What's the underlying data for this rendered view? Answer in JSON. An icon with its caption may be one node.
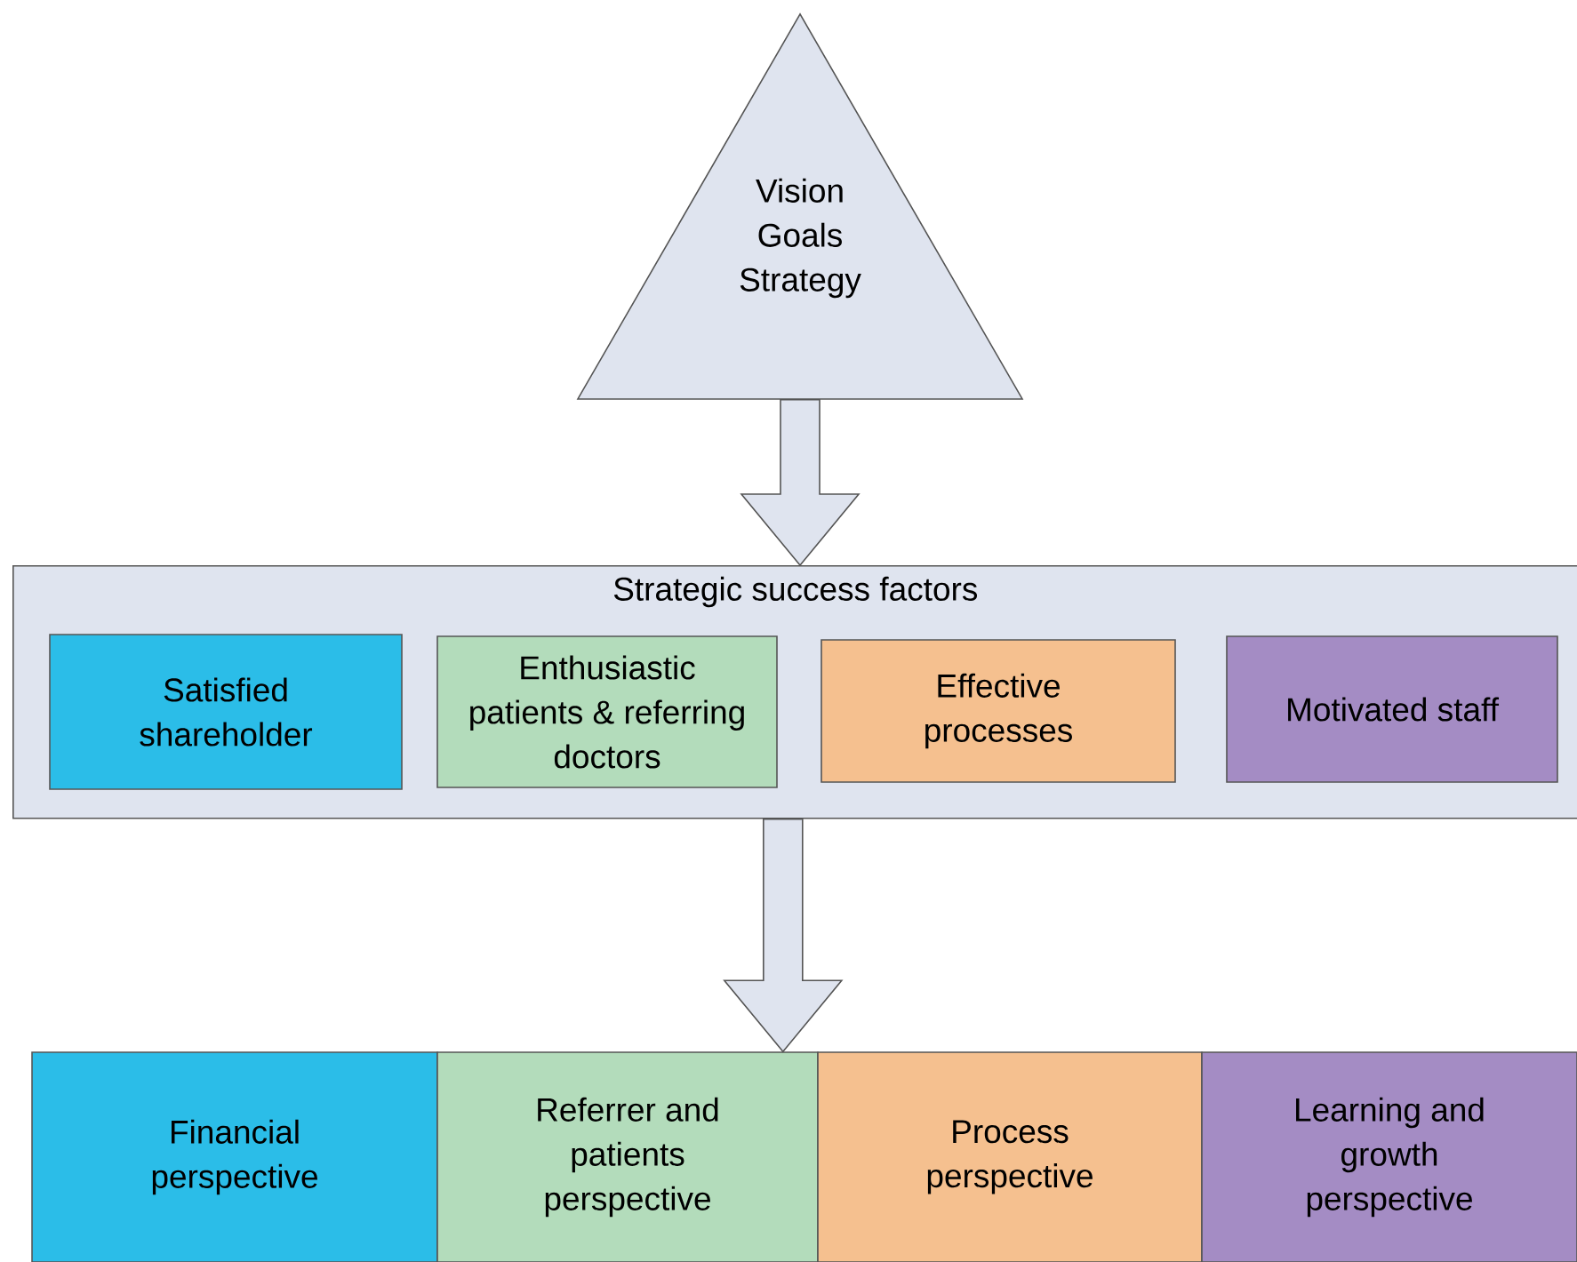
{
  "diagram": {
    "nodes": [
      {
        "text": [
          "Vision Goals Strategy"
        ]
      },
      {
        "text": [
          "Strategic success factors"
        ]
      },
      {
        "text": [
          "Satisfied shareholder"
        ],
        "in": 1
      },
      {
        "text": [
          "Enthusiastic patients & referring doctors"
        ],
        "in": 1
      },
      {
        "text": [
          "Effective processes"
        ],
        "in": 1
      },
      {
        "text": [
          "Motivated staff"
        ],
        "in": 1
      },
      {
        "text": [
          "Financial perspective"
        ]
      },
      {
        "text": [
          "Referrer and patients perspective"
        ]
      },
      {
        "text": [
          "Process perspective"
        ]
      },
      {
        "text": [
          "Learning and growth perspective"
        ]
      }
    ],
    "edges": [
      {
        "from": 0,
        "to": 1,
        "arrow": "to"
      },
      {
        "from": 1,
        "to": 7,
        "arrow": "to"
      }
    ]
  }
}
